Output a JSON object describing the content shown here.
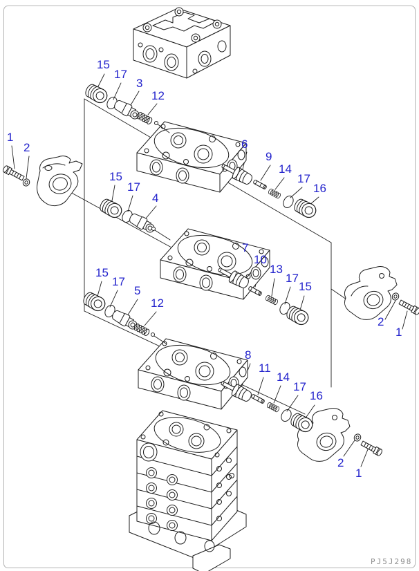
{
  "diagram": {
    "drawing_code": "PJ5J298",
    "callout_color": "#2222cc",
    "line_color": "#1c1c1c",
    "frame_color": "#b3b3b3",
    "background_color": "#ffffff",
    "callouts": [
      "15",
      "17",
      "3",
      "12",
      "1",
      "2",
      "6",
      "9",
      "14",
      "17",
      "16",
      "15",
      "17",
      "4",
      "7",
      "10",
      "13",
      "17",
      "15",
      "2",
      "1",
      "15",
      "17",
      "5",
      "12",
      "8",
      "11",
      "14",
      "17",
      "16",
      "2",
      "1"
    ]
  }
}
